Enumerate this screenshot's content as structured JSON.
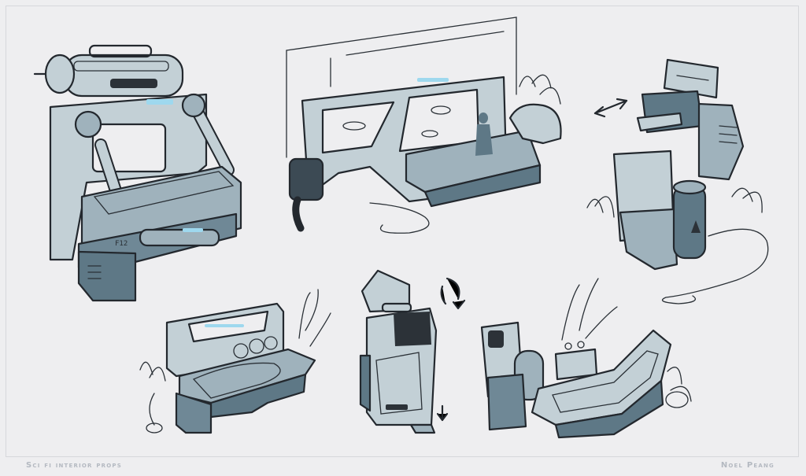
{
  "captions": {
    "title": "Sci fi interior props",
    "artist": "Noel Peang"
  },
  "props": {
    "wall_unit_label": "F12"
  },
  "colors": {
    "background": "#eeeef0",
    "light_fill": "#c3d0d6",
    "mid_fill": "#9fb2bc",
    "shadow_fill": "#5e7886",
    "line": "#23282e",
    "accent_glow": "#9ed8ee",
    "caption": "#b4b9c1"
  }
}
